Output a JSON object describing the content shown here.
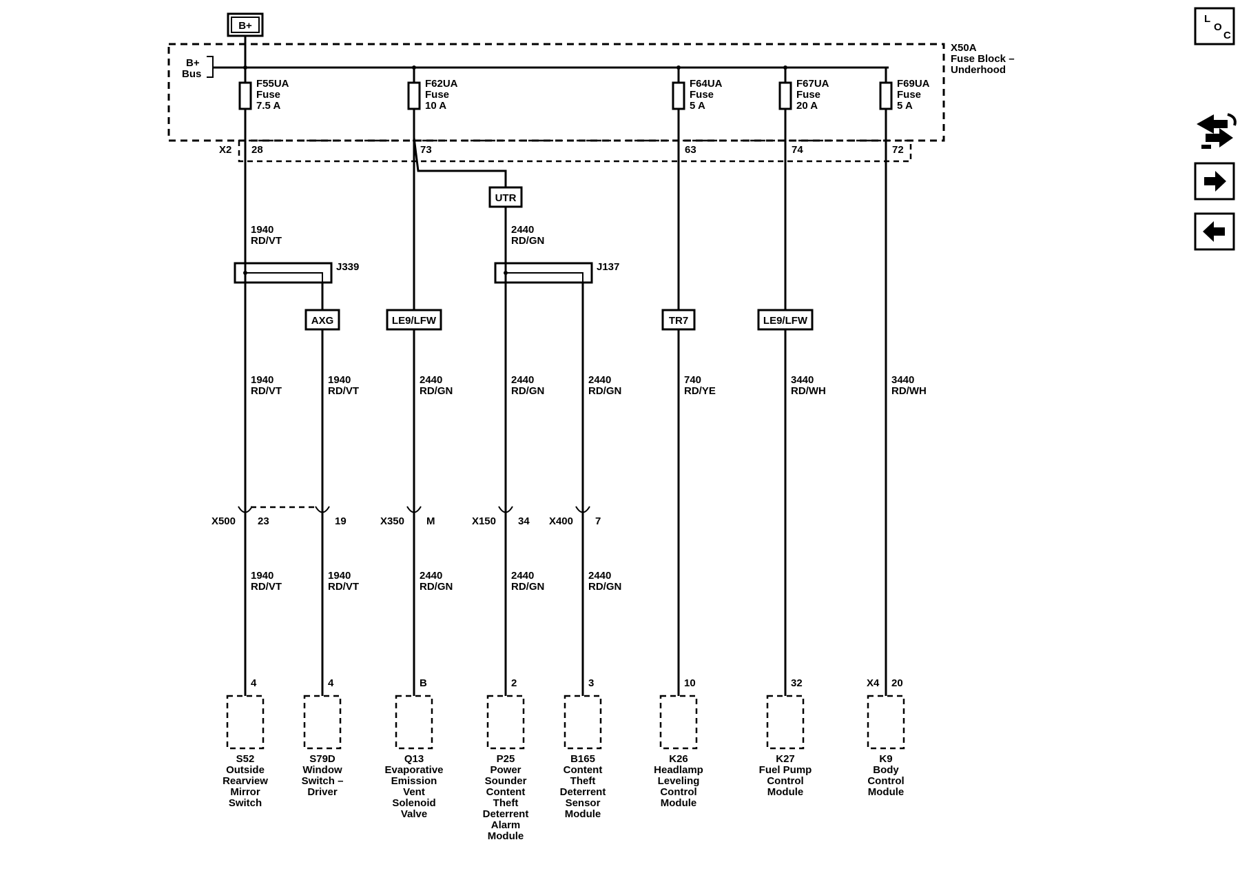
{
  "power": {
    "source": "B+",
    "bus_label_1": "B+",
    "bus_label_2": "Bus"
  },
  "fuse_block": {
    "id": "X50A",
    "line1": "Fuse Block –",
    "line2": "Underhood",
    "connector": "X2"
  },
  "fuses": [
    {
      "id": "F55UA",
      "type": "Fuse",
      "rating": "7.5 A",
      "pin": "28"
    },
    {
      "id": "F62UA",
      "type": "Fuse",
      "rating": "10 A",
      "pin": "73"
    },
    {
      "id": "F64UA",
      "type": "Fuse",
      "rating": "5 A",
      "pin": "63"
    },
    {
      "id": "F67UA",
      "type": "Fuse",
      "rating": "20 A",
      "pin": "74"
    },
    {
      "id": "F69UA",
      "type": "Fuse",
      "rating": "5 A",
      "pin": "72"
    }
  ],
  "options": {
    "utr": "UTR",
    "axg": "AXG",
    "le9_a": "LE9/LFW",
    "tr7": "TR7",
    "le9_b": "LE9/LFW"
  },
  "splices": {
    "j339": "J339",
    "j137": "J137"
  },
  "wire_labels": [
    {
      "circuit": "1940",
      "color": "RD/VT"
    },
    {
      "circuit": "2440",
      "color": "RD/GN"
    },
    {
      "circuit": "1940",
      "color": "RD/VT"
    },
    {
      "circuit": "1940",
      "color": "RD/VT"
    },
    {
      "circuit": "2440",
      "color": "RD/GN"
    },
    {
      "circuit": "2440",
      "color": "RD/GN"
    },
    {
      "circuit": "2440",
      "color": "RD/GN"
    },
    {
      "circuit": "740",
      "color": "RD/YE"
    },
    {
      "circuit": "3440",
      "color": "RD/WH"
    },
    {
      "circuit": "3440",
      "color": "RD/WH"
    },
    {
      "circuit": "1940",
      "color": "RD/VT"
    },
    {
      "circuit": "1940",
      "color": "RD/VT"
    },
    {
      "circuit": "2440",
      "color": "RD/GN"
    },
    {
      "circuit": "2440",
      "color": "RD/GN"
    },
    {
      "circuit": "2440",
      "color": "RD/GN"
    }
  ],
  "inline_connectors": [
    {
      "id": "X500",
      "pin": "23"
    },
    {
      "id": "",
      "pin": "19"
    },
    {
      "id": "X350",
      "pin": "M"
    },
    {
      "id": "X150",
      "pin": "34"
    },
    {
      "id": "X400",
      "pin": "7"
    }
  ],
  "components": [
    {
      "pin": "4",
      "conn": "",
      "lines": [
        "S52",
        "Outside",
        "Rearview",
        "Mirror",
        "Switch"
      ]
    },
    {
      "pin": "4",
      "conn": "",
      "lines": [
        "S79D",
        "Window",
        "Switch –",
        "Driver"
      ]
    },
    {
      "pin": "B",
      "conn": "",
      "lines": [
        "Q13",
        "Evaporative",
        "Emission",
        "Vent",
        "Solenoid",
        "Valve"
      ]
    },
    {
      "pin": "2",
      "conn": "",
      "lines": [
        "P25",
        "Power",
        "Sounder",
        "Content",
        "Theft",
        "Deterrent",
        "Alarm",
        "Module"
      ]
    },
    {
      "pin": "3",
      "conn": "",
      "lines": [
        "B165",
        "Content",
        "Theft",
        "Deterrent",
        "Sensor",
        "Module"
      ]
    },
    {
      "pin": "10",
      "conn": "",
      "lines": [
        "K26",
        "Headlamp",
        "Leveling",
        "Control",
        "Module"
      ]
    },
    {
      "pin": "32",
      "conn": "",
      "lines": [
        "K27",
        "Fuel Pump",
        "Control",
        "Module"
      ]
    },
    {
      "pin": "20",
      "conn": "X4",
      "lines": [
        "K9",
        "Body",
        "Control",
        "Module"
      ]
    }
  ],
  "nav": {
    "loc_l": "L",
    "loc_o": "O",
    "loc_c": "C"
  }
}
